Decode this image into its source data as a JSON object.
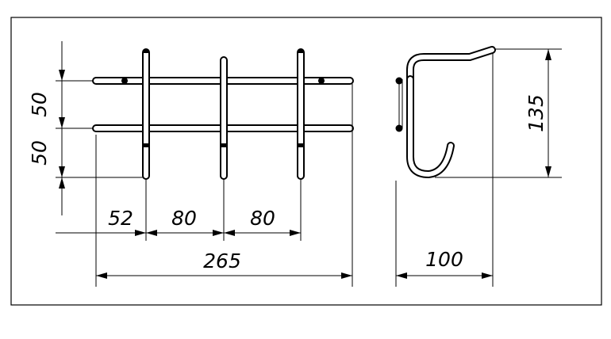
{
  "drawing": {
    "front_view": {
      "dims": {
        "vertical_top": "50",
        "vertical_bottom": "50",
        "offset_left": "52",
        "spacing_1": "80",
        "spacing_2": "80",
        "overall_width": "265"
      }
    },
    "side_view": {
      "dims": {
        "height": "135",
        "depth": "100"
      }
    }
  }
}
